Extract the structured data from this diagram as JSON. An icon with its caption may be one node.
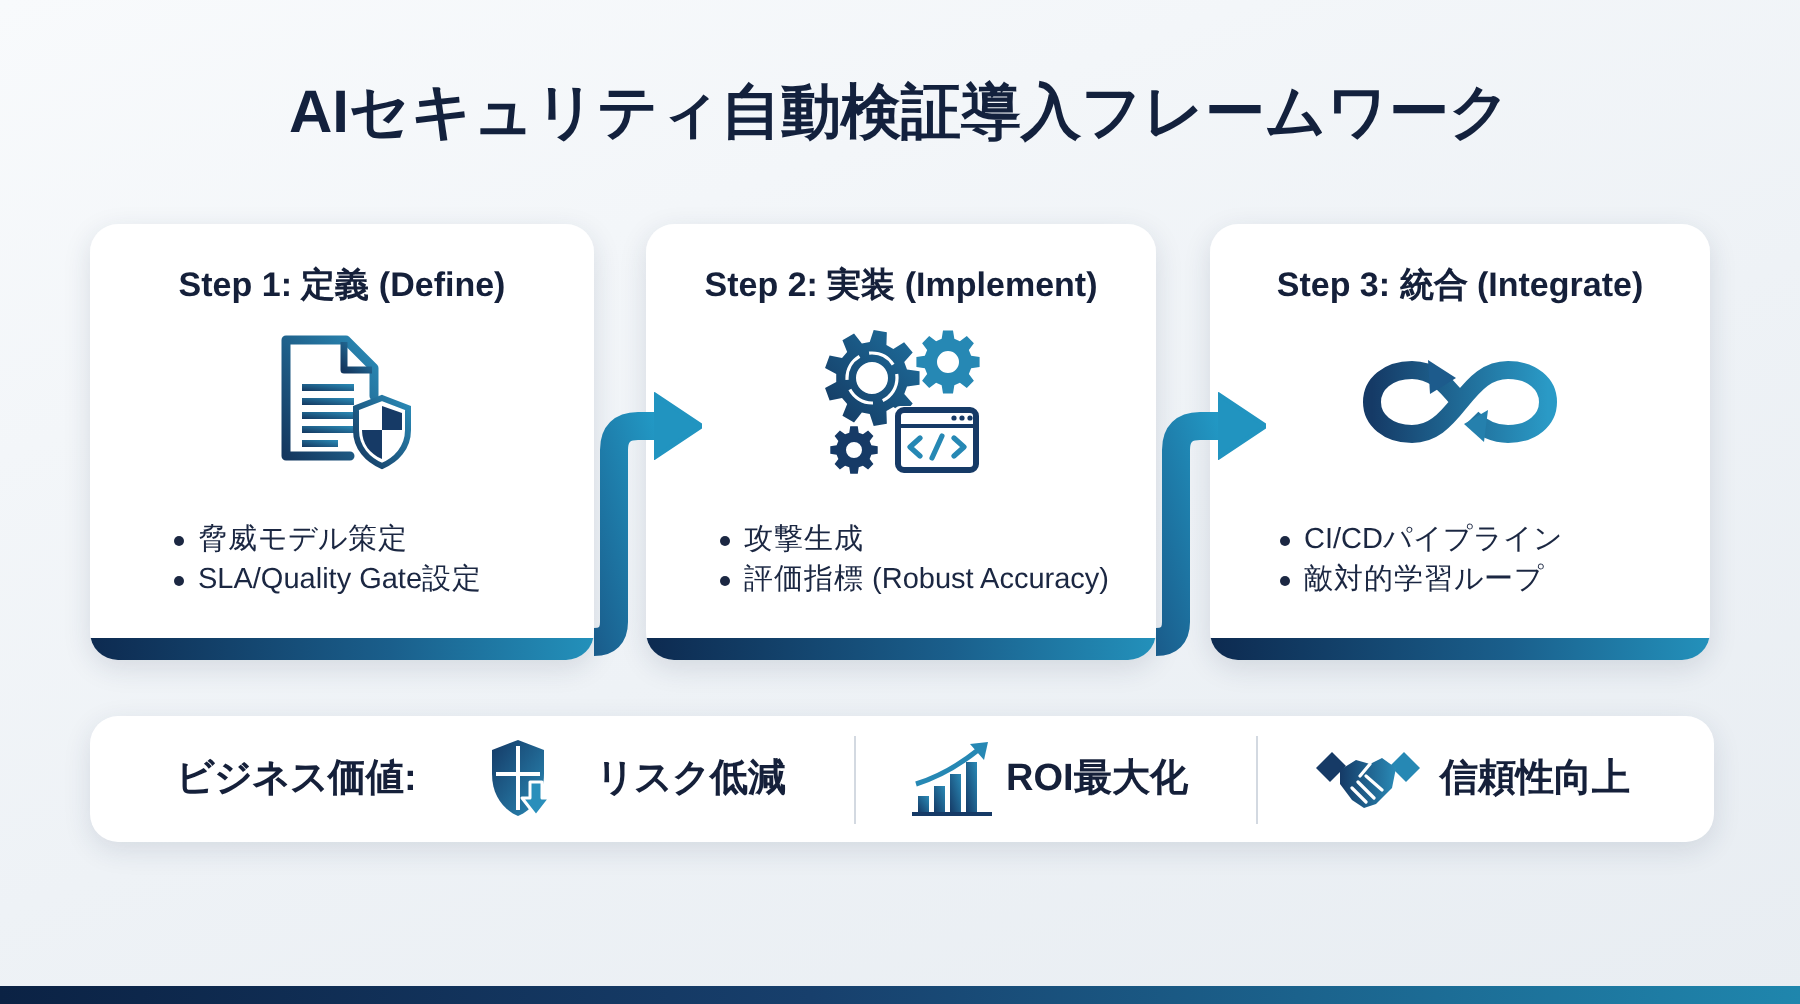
{
  "diagram": {
    "title": "AIセキュリティ自動検証導入フレームワーク",
    "nodes": [
      {
        "text": [
          "Step 1: 定義 (Define)",
          "脅威モデル策定",
          "SLA/Quality Gate設定"
        ]
      },
      {
        "text": [
          "Step 2: 実装 (Implement)",
          "攻撃生成",
          "評価指標 (Robust Accuracy)"
        ]
      },
      {
        "text": [
          "Step 3: 統合 (Integrate)",
          "CI/CDパイプライン",
          "敵対的学習ループ"
        ]
      },
      {
        "text": [
          "ビジネス価値:",
          "リスク低減",
          "ROI最大化",
          "信頼性向上"
        ]
      }
    ],
    "edges": [
      {
        "from": 0,
        "to": 1,
        "arrow": "to"
      },
      {
        "from": 1,
        "to": 2,
        "arrow": "to"
      }
    ]
  }
}
